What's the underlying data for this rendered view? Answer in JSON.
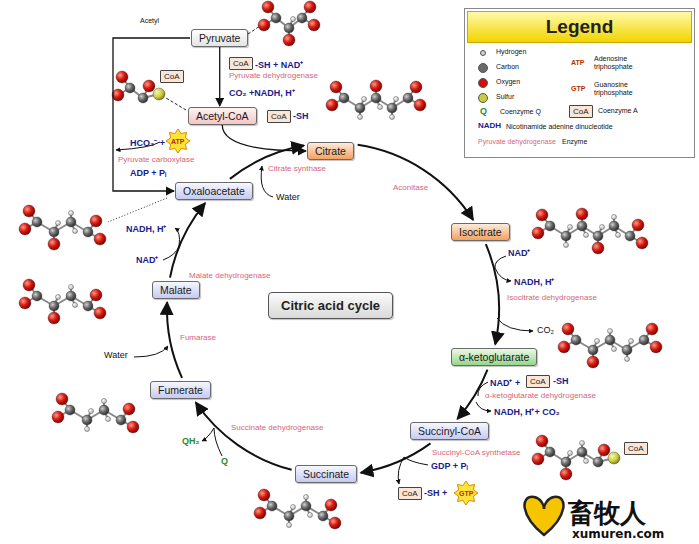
{
  "diagram": {
    "nodes": [
      {
        "text": [
          "Legend"
        ]
      },
      {
        "text": [
          "CoA"
        ],
        "in": 0
      },
      {
        "text": [
          "Pyruvate"
        ]
      },
      {
        "text": [
          "CoA"
        ]
      },
      {
        "text": [
          "CoA"
        ]
      },
      {
        "text": [
          "Acetyl-CoA"
        ]
      },
      {
        "text": [
          "CoA"
        ]
      },
      {
        "text": [
          "Citrate"
        ]
      },
      {
        "text": [
          "Oxaloacetate"
        ]
      },
      {
        "text": [
          "Isocitrate"
        ]
      },
      {
        "text": [
          "Malate"
        ]
      },
      {
        "text": [
          "Citric acid cycle"
        ]
      },
      {
        "text": [
          "α-ketoglutarate"
        ]
      },
      {
        "text": [
          "CoA"
        ]
      },
      {
        "text": [
          "Fumerate"
        ]
      },
      {
        "text": [
          "Succinyl-CoA"
        ]
      },
      {
        "text": [
          "Succinate"
        ]
      },
      {
        "text": [
          "CoA"
        ]
      },
      {
        "text": [
          "CoA"
        ]
      }
    ],
    "edges": [
      {
        "from": 2,
        "to": 5,
        "arrow": "to",
        "label": "Pyruvate dehydrogenase"
      },
      {
        "from": 5,
        "to": 7,
        "arrow": "to",
        "label": "Citrate synthase"
      },
      {
        "from": 7,
        "to": 9,
        "arrow": "to",
        "label": "Aconitase"
      },
      {
        "from": 9,
        "to": 12,
        "arrow": "to",
        "label": "Isocitrate dehydrogenase"
      },
      {
        "from": 12,
        "to": 15,
        "arrow": "to",
        "label": "α-ketoglutarate dehydrogenase"
      },
      {
        "from": 15,
        "to": 16,
        "arrow": "to",
        "label": "Succinyl-CoA synthetase"
      },
      {
        "from": 16,
        "to": 14,
        "arrow": "to",
        "label": "Succinate dehydrogenase"
      },
      {
        "from": 14,
        "to": 10,
        "arrow": "to",
        "label": "Fumarase"
      },
      {
        "from": 10,
        "to": 8,
        "arrow": "to",
        "label": "Malate dehydrogenase"
      },
      {
        "from": 2,
        "to": 8,
        "arrow": "to",
        "label": "Pyruvate carboxylase"
      },
      {
        "from": 8,
        "to": 7,
        "arrow": "to"
      }
    ],
    "labels": [
      "Acetyl",
      "-SH + NAD⁺",
      "CO₂ +NADH, H⁺",
      "-SH",
      "HCO₃⁻ +",
      "ATP",
      "ADP + Pᵢ",
      "Water",
      "NAD⁺",
      "NADH, H⁺",
      "CO₂",
      "NAD⁺ +",
      "-SH",
      "NADH, H⁺+ CO₂",
      "GDP + Pᵢ",
      "-SH +",
      "GTP",
      "QH₂",
      "Q",
      "Water",
      "NAD⁺",
      "NADH, H⁺",
      "Q",
      "NADH",
      "Pyruvate dehydrogenase",
      "ATP",
      "GTP",
      "畜牧人",
      "xumuren.com"
    ],
    "legend": [
      {
        "text": "Hydrogen",
        "color": "#d0d0d0"
      },
      {
        "text": "Carbon",
        "color": "#6a6a6a"
      },
      {
        "text": "Oxygen",
        "color": "#d01010"
      },
      {
        "text": "Sulfur",
        "color": "#c8cc40"
      },
      {
        "text": "Coenzyme Q"
      },
      {
        "text": "Nicotinamide adenine dinucleotide"
      },
      {
        "text": "Enzyme"
      },
      {
        "text": "Adenosine triphosphate"
      },
      {
        "text": "Guanosine triphosphate"
      },
      {
        "text": "Coenzyme A"
      }
    ]
  }
}
